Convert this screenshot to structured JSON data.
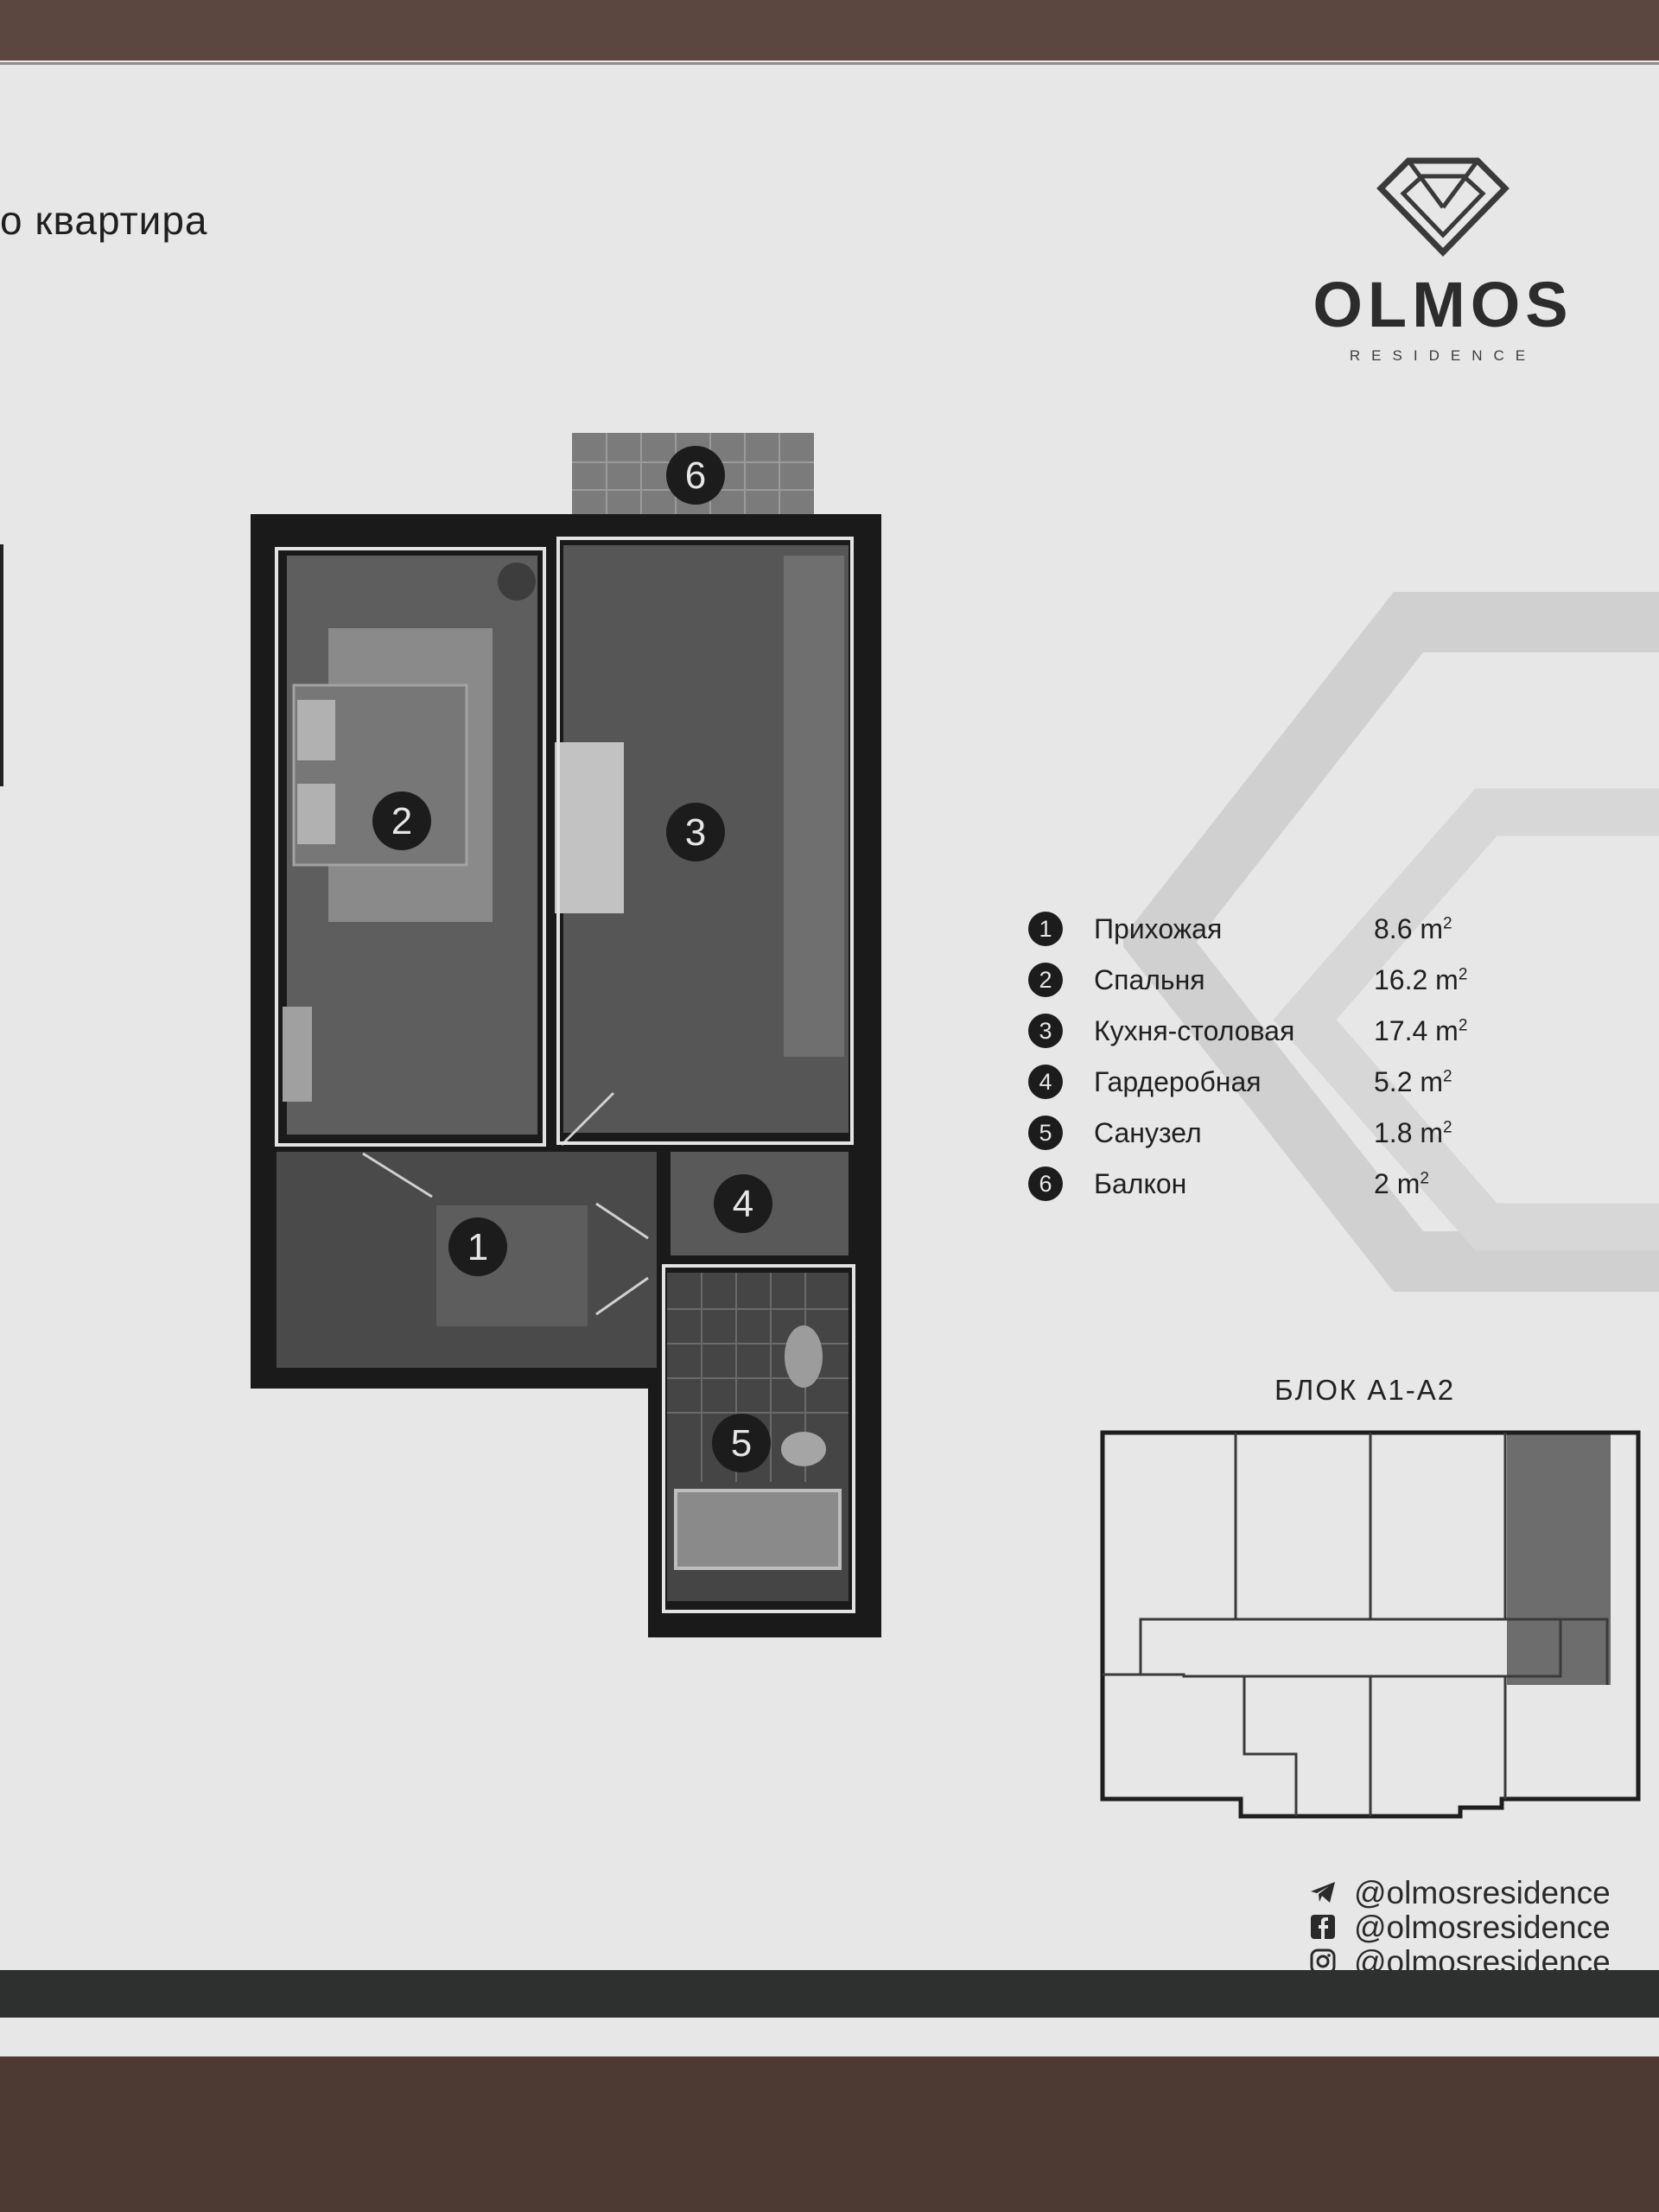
{
  "header": {
    "title": "о квартира"
  },
  "brand": {
    "name": "OLMOS",
    "sub": "RESIDENCE"
  },
  "plan": {
    "rooms": [
      {
        "number": "1"
      },
      {
        "number": "2"
      },
      {
        "number": "3"
      },
      {
        "number": "4"
      },
      {
        "number": "5"
      },
      {
        "number": "6"
      }
    ]
  },
  "legend": [
    {
      "number": "1",
      "name": "Прихожая",
      "area": "8.6 m",
      "unit_sup": "2"
    },
    {
      "number": "2",
      "name": "Спальня",
      "area": "16.2 m",
      "unit_sup": "2"
    },
    {
      "number": "3",
      "name": "Кухня-столовая",
      "area": "17.4 m",
      "unit_sup": "2"
    },
    {
      "number": "4",
      "name": "Гардеробная",
      "area": "5.2 m",
      "unit_sup": "2"
    },
    {
      "number": "5",
      "name": "Санузел",
      "area": "1.8 m",
      "unit_sup": "2"
    },
    {
      "number": "6",
      "name": "Балкон",
      "area": "2 m",
      "unit_sup": "2"
    }
  ],
  "block": {
    "label": "БЛОК  А1-А2"
  },
  "socials": [
    {
      "icon": "telegram-icon",
      "handle": "@olmosresidence"
    },
    {
      "icon": "facebook-icon",
      "handle": "@olmosresidence"
    },
    {
      "icon": "instagram-icon",
      "handle": "@olmosresidence"
    }
  ],
  "colors": {
    "paper": "#e6e7e6",
    "wall": "#1a1a1a",
    "floor": "#5a5a5a",
    "highlight": "#6b6b6b"
  }
}
